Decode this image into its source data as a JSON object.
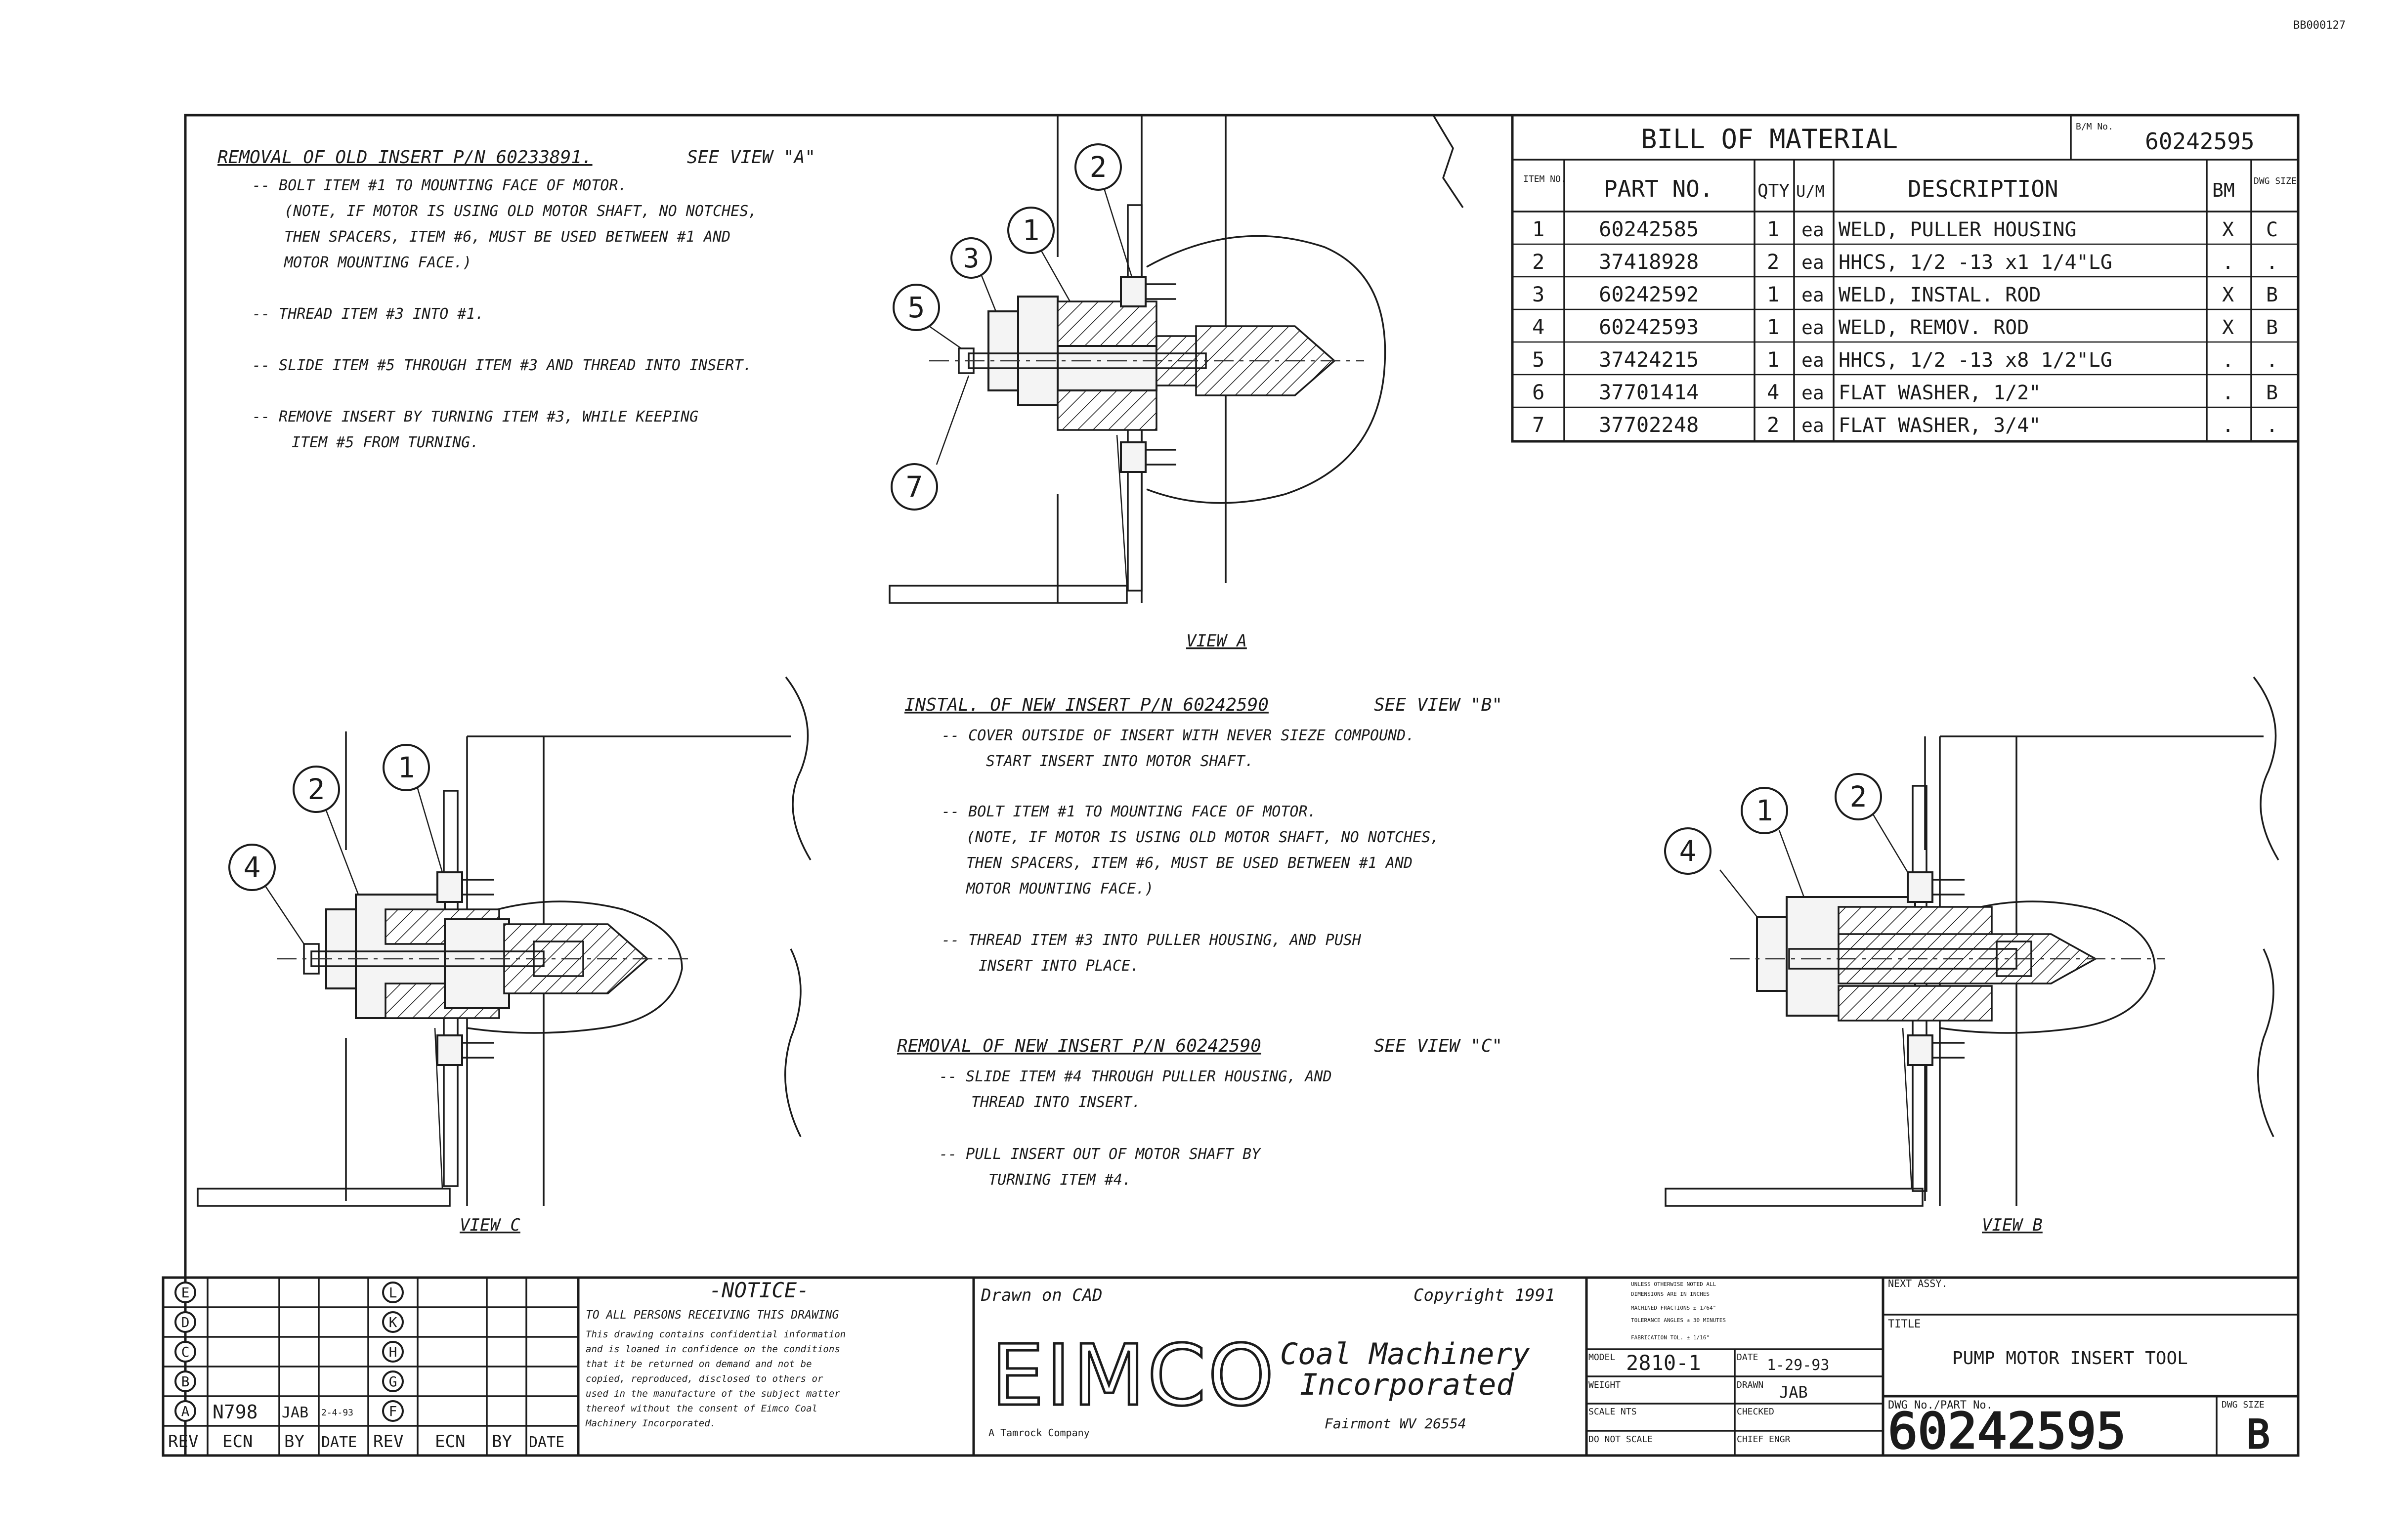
{
  "corner_code": "BB000127",
  "bill_of_material": {
    "title": "BILL OF MATERIAL",
    "bm_no_label": "B/M No.",
    "bm_no": "60242595",
    "headers": {
      "item_no": "ITEM NO.",
      "part_no": "PART NO.",
      "qty": "QTY",
      "um": "U/M",
      "description": "DESCRIPTION",
      "bm": "BM",
      "dwg_size": "DWG SIZE"
    },
    "rows": [
      {
        "item": "1",
        "part": "60242585",
        "qty": "1",
        "um": "ea",
        "desc": "WELD, PULLER HOUSING",
        "bm": "X",
        "size": "C"
      },
      {
        "item": "2",
        "part": "37418928",
        "qty": "2",
        "um": "ea",
        "desc": "HHCS, 1/2 -13 x1 1/4\"LG",
        "bm": ".",
        "size": "."
      },
      {
        "item": "3",
        "part": "60242592",
        "qty": "1",
        "um": "ea",
        "desc": "WELD, INSTAL. ROD",
        "bm": "X",
        "size": "B"
      },
      {
        "item": "4",
        "part": "60242593",
        "qty": "1",
        "um": "ea",
        "desc": "WELD, REMOV. ROD",
        "bm": "X",
        "size": "B"
      },
      {
        "item": "5",
        "part": "37424215",
        "qty": "1",
        "um": "ea",
        "desc": "HHCS, 1/2 -13 x8 1/2\"LG",
        "bm": ".",
        "size": "."
      },
      {
        "item": "6",
        "part": "37701414",
        "qty": "4",
        "um": "ea",
        "desc": "FLAT WASHER, 1/2\"",
        "bm": ".",
        "size": "B"
      },
      {
        "item": "7",
        "part": "37702248",
        "qty": "2",
        "um": "ea",
        "desc": "FLAT WASHER, 3/4\"",
        "bm": ".",
        "size": "."
      }
    ]
  },
  "notes": {
    "removal_old": {
      "heading": "REMOVAL OF OLD INSERT P/N 60233891.",
      "see_view": "SEE VIEW \"A\"",
      "lines": [
        "-- BOLT ITEM #1 TO MOUNTING FACE OF MOTOR.",
        "(NOTE, IF MOTOR IS USING OLD MOTOR SHAFT, NO NOTCHES,",
        "THEN SPACERS, ITEM #6, MUST BE USED BETWEEN #1 AND",
        "MOTOR MOUNTING FACE.)",
        "-- THREAD ITEM #3 INTO #1.",
        "-- SLIDE ITEM #5 THROUGH ITEM #3 AND THREAD INTO INSERT.",
        "-- REMOVE INSERT BY TURNING ITEM #3, WHILE KEEPING",
        "ITEM #5 FROM TURNING."
      ]
    },
    "install_new": {
      "heading": "INSTAL. OF NEW INSERT P/N 60242590",
      "see_view": "SEE VIEW \"B\"",
      "lines": [
        "-- COVER OUTSIDE OF INSERT WITH NEVER SIEZE COMPOUND.",
        "START INSERT INTO MOTOR SHAFT.",
        "-- BOLT ITEM #1 TO MOUNTING FACE OF MOTOR.",
        "(NOTE, IF MOTOR IS USING OLD MOTOR SHAFT, NO NOTCHES,",
        "THEN SPACERS, ITEM #6, MUST BE USED BETWEEN #1 AND",
        "MOTOR MOUNTING FACE.)",
        "-- THREAD ITEM #3 INTO PULLER HOUSING, AND PUSH",
        "INSERT INTO PLACE."
      ]
    },
    "removal_new": {
      "heading": "REMOVAL OF NEW INSERT P/N 60242590",
      "see_view": "SEE VIEW \"C\"",
      "lines": [
        "-- SLIDE ITEM #4 THROUGH PULLER HOUSING, AND",
        "THREAD INTO INSERT.",
        "-- PULL INSERT OUT OF MOTOR SHAFT BY",
        "TURNING ITEM #4."
      ]
    }
  },
  "views": {
    "a": {
      "label": "VIEW A",
      "balloons": [
        "2",
        "1",
        "3",
        "5",
        "7"
      ]
    },
    "c": {
      "label": "VIEW C",
      "balloons": [
        "1",
        "2",
        "4"
      ]
    },
    "b": {
      "label": "VIEW B",
      "balloons": [
        "1",
        "2",
        "4"
      ]
    }
  },
  "revision_block": {
    "left_letters": [
      "E",
      "D",
      "C",
      "B",
      "A"
    ],
    "right_letters": [
      "L",
      "K",
      "H",
      "G",
      "F"
    ],
    "entry": {
      "ecn": "N798",
      "by": "JAB",
      "date": "2-4-93"
    },
    "headers": [
      "REV",
      "ECN",
      "BY",
      "DATE",
      "REV",
      "ECN",
      "BY",
      "DATE"
    ]
  },
  "notice": {
    "title": "-NOTICE-",
    "lines": [
      "TO ALL PERSONS RECEIVING THIS DRAWING",
      "This drawing contains confidential information",
      "and is loaned in confidence on the conditions",
      "that it be returned on demand and not be",
      "copied, reproduced, disclosed to others or",
      "used in the manufacture of the subject matter",
      "thereof without the consent of Eimco Coal",
      "Machinery Incorporated."
    ]
  },
  "company": {
    "drawn_on": "Drawn on CAD",
    "copyright": "Copyright 1991",
    "logo": "EIMCO",
    "name_line1": "Coal Machinery",
    "name_line2": "Incorporated",
    "parent": "A Tamrock Company",
    "location": "Fairmont WV 26554"
  },
  "tolerance": {
    "lines": [
      "UNLESS OTHERWISE NOTED ALL",
      "DIMENSIONS ARE IN INCHES",
      "MACHINED FRACTIONS ± 1/64\"",
      "TOLERANCE ANGLES ± 30 MINUTES",
      "FABRICATION TOL. ± 1/16\""
    ],
    "model_label": "MODEL",
    "model": "2810-1",
    "date_label": "DATE",
    "date": "1-29-93",
    "weight_label": "WEIGHT",
    "drawn_label": "DRAWN",
    "drawn": "JAB",
    "scale_label": "SCALE NTS",
    "checked_label": "CHECKED",
    "do_not_scale": "DO NOT SCALE",
    "chief_label": "CHIEF ENGR"
  },
  "title_block": {
    "next_assy_label": "NEXT ASSY.",
    "title_label": "TITLE",
    "title": "PUMP MOTOR INSERT TOOL",
    "dwg_label": "DWG No./PART No.",
    "dwg_number": "60242595",
    "size_label": "DWG SIZE",
    "size": "B"
  }
}
